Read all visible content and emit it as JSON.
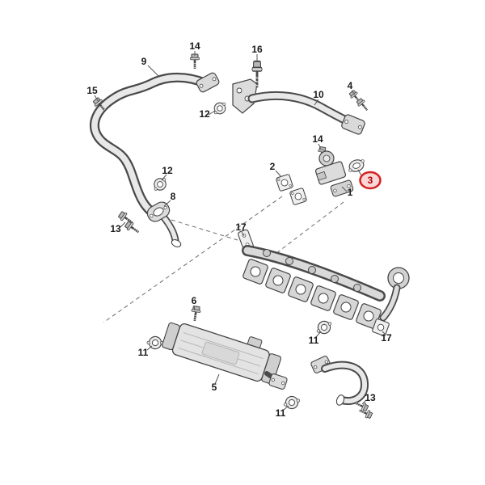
{
  "diagram": {
    "type": "exploded-parts-diagram",
    "background": "#ffffff",
    "line_color": "#4a4a4a",
    "highlight": {
      "label": "3",
      "shape": "ellipse",
      "color": "#d42020"
    },
    "callouts": [
      {
        "label": "14"
      },
      {
        "label": "16"
      },
      {
        "label": "9"
      },
      {
        "label": "15"
      },
      {
        "label": "12"
      },
      {
        "label": "10"
      },
      {
        "label": "4"
      },
      {
        "label": "14"
      },
      {
        "label": "3",
        "highlighted": true
      },
      {
        "label": "1"
      },
      {
        "label": "2"
      },
      {
        "label": "12"
      },
      {
        "label": "8"
      },
      {
        "label": "13"
      },
      {
        "label": "17"
      },
      {
        "label": "11"
      },
      {
        "label": "17"
      },
      {
        "label": "6"
      },
      {
        "label": "11"
      },
      {
        "label": "5"
      },
      {
        "label": "11"
      },
      {
        "label": "13"
      }
    ]
  }
}
